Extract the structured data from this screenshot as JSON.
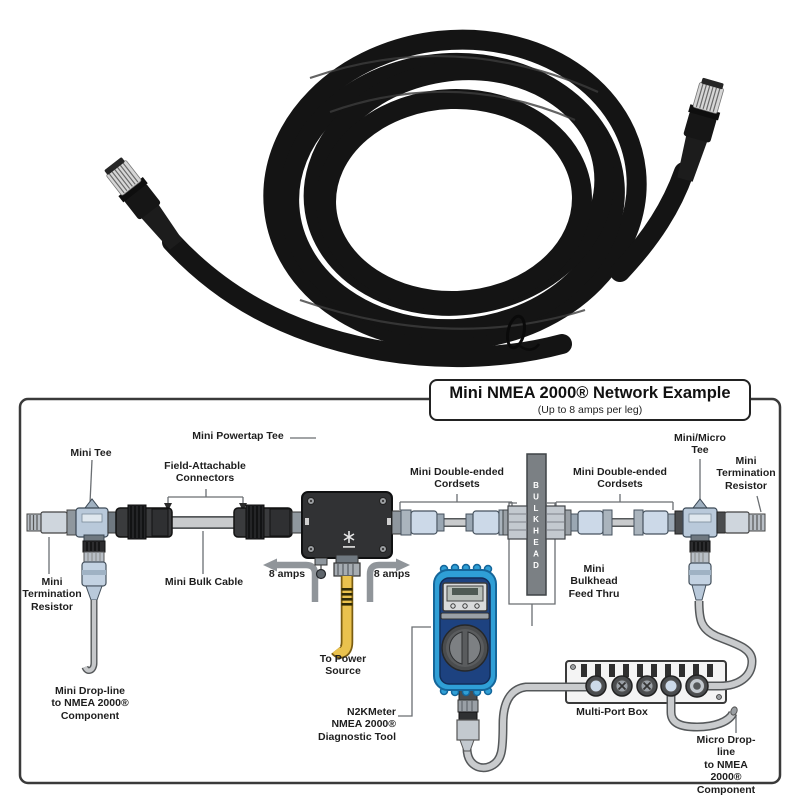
{
  "photo": {
    "description": "Coiled black NMEA 2000 cordset cable with two metal-tipped circular connectors"
  },
  "diagram": {
    "title": "Mini NMEA 2000® Network Example",
    "subtitle": "(Up to 8 amps per leg)",
    "labels": {
      "mini_tee": "Mini Tee",
      "mini_powertap_tee": "Mini Powertap Tee",
      "field_attachable": "Field-Attachable\nConnectors",
      "mini_bulk_cable": "Mini Bulk Cable",
      "amps_left": "8 amps",
      "amps_right": "8 amps",
      "to_power_source": "To Power\nSource",
      "cordsets_left": "Mini Double-ended\nCordsets",
      "cordsets_right": "Mini Double-ended\nCordsets",
      "bulkhead": "BULKHEAD",
      "bulkhead_feed_thru": "Mini\nBulkhead\nFeed Thru",
      "mini_micro_tee": "Mini/Micro\nTee",
      "term_resistor_left": "Mini\nTermination\nResistor",
      "term_resistor_right": "Mini\nTermination\nResistor",
      "mini_drop_line": "Mini Drop-line\nto NMEA 2000®\nComponent",
      "n2kmeter": "N2KMeter\nNMEA 2000®\nDiagnostic Tool",
      "multi_port_box": "Multi-Port Box",
      "micro_drop_line": "Micro Drop-line\nto NMEA 2000®\nComponent"
    },
    "colors": {
      "cordset_blue": "#ccd9e8",
      "meter_blue": "#2f9fd6",
      "meter_panel": "#1d4280",
      "power_yellow": "#eac24e",
      "bulkhead_gray": "#7b8084",
      "connector_dark": "#3a3b3d",
      "cable_gray": "#c9cbcd"
    }
  }
}
